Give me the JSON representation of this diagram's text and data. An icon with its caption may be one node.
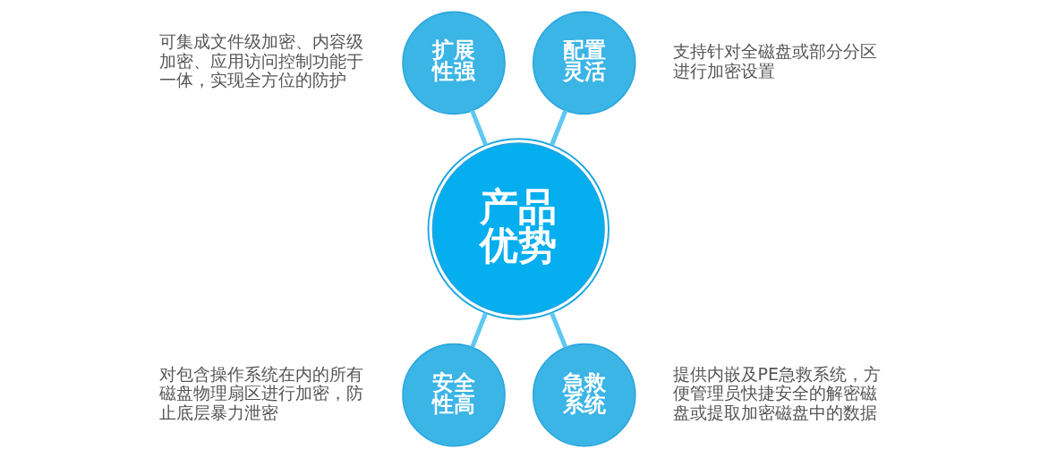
{
  "diagram": {
    "nodes": [
      {
        "text": [
          "产品优势"
        ]
      },
      {
        "text": [
          "扩展性强"
        ],
        "beside": [
          "可集成文件级加密、内容级加密、应用访问控制功能于一体，实现全方位的防护"
        ]
      },
      {
        "text": [
          "配置灵活"
        ],
        "beside": [
          "支持针对全磁盘或部分分区进行加密设置"
        ]
      },
      {
        "text": [
          "安全性高"
        ],
        "beside": [
          "对包含操作系统在内的所有磁盘物理扇区进行加密，防止底层暴力泄密"
        ]
      },
      {
        "text": [
          "急救系统"
        ],
        "beside": [
          "提供内嵌及PE急救系统，方便管理员快捷安全的解密磁盘或提取加密磁盘中的数据"
        ]
      }
    ],
    "edges": [
      {
        "from": 0,
        "to": 1,
        "arrow": "none"
      },
      {
        "from": 0,
        "to": 2,
        "arrow": "none"
      },
      {
        "from": 0,
        "to": 3,
        "arrow": "none"
      },
      {
        "from": 0,
        "to": 4,
        "arrow": "none"
      }
    ]
  }
}
